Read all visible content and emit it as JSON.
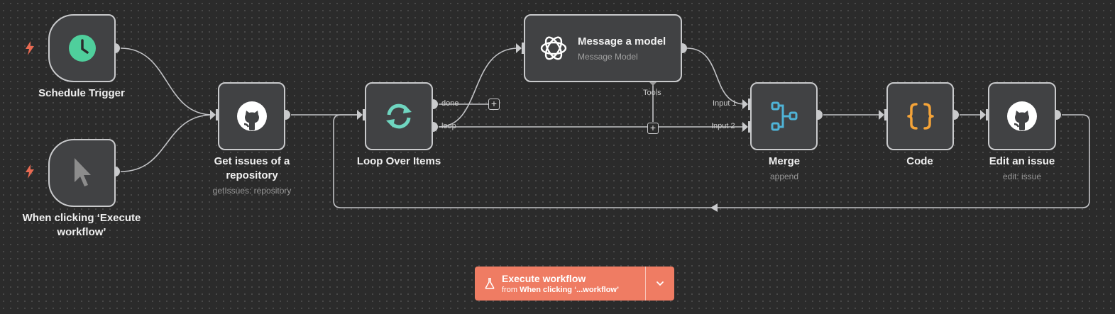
{
  "nodes": {
    "schedule_trigger": {
      "label": "Schedule Trigger",
      "icon": "clock-icon"
    },
    "manual_trigger": {
      "label": "When clicking ‘Execute workflow’",
      "icon": "cursor-icon"
    },
    "get_issues": {
      "label": "Get issues of a repository",
      "subtitle": "getIssues: repository",
      "icon": "github-icon"
    },
    "loop": {
      "label": "Loop Over Items",
      "icon": "loop-arrows-icon",
      "outputs": {
        "done": "done",
        "loop": "loop"
      }
    },
    "message_model": {
      "label": "Message a model",
      "subtitle": "Message Model",
      "icon": "openai-icon",
      "tools_label": "Tools"
    },
    "merge": {
      "label": "Merge",
      "subtitle": "append",
      "icon": "merge-icon",
      "inputs": {
        "input1": "Input 1",
        "input2": "Input 2"
      }
    },
    "code": {
      "label": "Code",
      "icon": "code-braces-icon"
    },
    "edit_issue": {
      "label": "Edit an issue",
      "subtitle": "edit: issue",
      "icon": "github-icon"
    }
  },
  "execute_button": {
    "title": "Execute workflow",
    "from_prefix": "from",
    "from_node": "When clicking ‘...workflow’",
    "icon": "flask-icon",
    "dropdown_icon": "chevron-down-icon"
  },
  "colors": {
    "canvas": "#2b2b2b",
    "node_fill": "#414244",
    "node_border": "#c9cacc",
    "trigger_bolt": "#e86a52",
    "clock": "#4fcf9c",
    "loop": "#6fd5c0",
    "merge": "#4fb3d6",
    "code": "#f4a338",
    "execute_button": "#ef7c63"
  }
}
